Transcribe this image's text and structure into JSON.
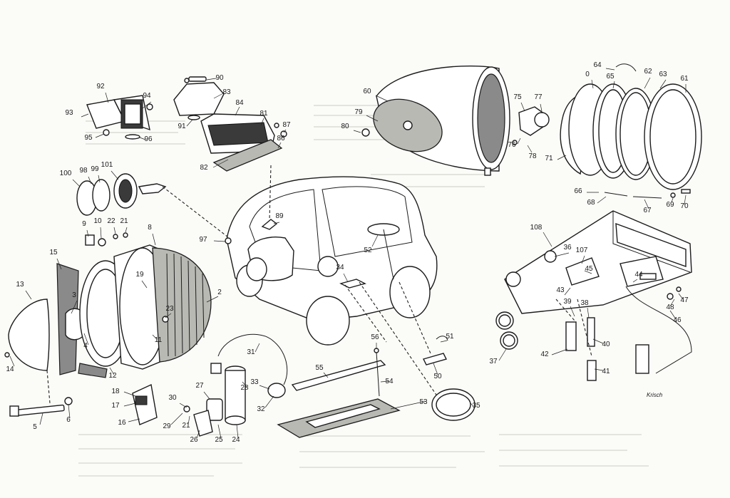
{
  "signature": "Krisch",
  "callouts": [
    {
      "id": "c92",
      "text": "92"
    },
    {
      "id": "c94",
      "text": "94"
    },
    {
      "id": "c93",
      "text": "93"
    },
    {
      "id": "c95",
      "text": "95"
    },
    {
      "id": "c96",
      "text": "96"
    },
    {
      "id": "c90",
      "text": "90"
    },
    {
      "id": "c83",
      "text": "83"
    },
    {
      "id": "c84",
      "text": "84"
    },
    {
      "id": "c81",
      "text": "81"
    },
    {
      "id": "c87",
      "text": "87"
    },
    {
      "id": "c91",
      "text": "91"
    },
    {
      "id": "c86",
      "text": "86"
    },
    {
      "id": "c82",
      "text": "82"
    },
    {
      "id": "c60",
      "text": "60"
    },
    {
      "id": "c79",
      "text": "79"
    },
    {
      "id": "c80",
      "text": "80"
    },
    {
      "id": "c75",
      "text": "75"
    },
    {
      "id": "c77",
      "text": "77"
    },
    {
      "id": "c78",
      "text": "78"
    },
    {
      "id": "c76",
      "text": "76"
    },
    {
      "id": "c64",
      "text": "64"
    },
    {
      "id": "c0",
      "text": "0"
    },
    {
      "id": "c65",
      "text": "65"
    },
    {
      "id": "c62",
      "text": "62"
    },
    {
      "id": "c63",
      "text": "63"
    },
    {
      "id": "c61",
      "text": "61"
    },
    {
      "id": "c71",
      "text": "71"
    },
    {
      "id": "c66",
      "text": "66"
    },
    {
      "id": "c68",
      "text": "68"
    },
    {
      "id": "c67",
      "text": "67"
    },
    {
      "id": "c69",
      "text": "69"
    },
    {
      "id": "c70",
      "text": "70"
    },
    {
      "id": "c100",
      "text": "100"
    },
    {
      "id": "c98",
      "text": "98"
    },
    {
      "id": "c99",
      "text": "99"
    },
    {
      "id": "c101",
      "text": "101"
    },
    {
      "id": "c97",
      "text": "97"
    },
    {
      "id": "c89",
      "text": "89"
    },
    {
      "id": "c52",
      "text": "52"
    },
    {
      "id": "c34",
      "text": "34"
    },
    {
      "id": "c9",
      "text": "9"
    },
    {
      "id": "c10",
      "text": "10"
    },
    {
      "id": "c22",
      "text": "22"
    },
    {
      "id": "c21a",
      "text": "21"
    },
    {
      "id": "c8",
      "text": "8"
    },
    {
      "id": "c15",
      "text": "15"
    },
    {
      "id": "c13",
      "text": "13"
    },
    {
      "id": "c3",
      "text": "3"
    },
    {
      "id": "c19",
      "text": "19"
    },
    {
      "id": "c23",
      "text": "23"
    },
    {
      "id": "c2",
      "text": "2"
    },
    {
      "id": "c4",
      "text": "4"
    },
    {
      "id": "c11",
      "text": "11"
    },
    {
      "id": "c14",
      "text": "14"
    },
    {
      "id": "c12",
      "text": "12"
    },
    {
      "id": "c18",
      "text": "18"
    },
    {
      "id": "c17",
      "text": "17"
    },
    {
      "id": "c16",
      "text": "16"
    },
    {
      "id": "c5",
      "text": "5"
    },
    {
      "id": "c6",
      "text": "6"
    },
    {
      "id": "c31",
      "text": "31"
    },
    {
      "id": "c28",
      "text": "28"
    },
    {
      "id": "c27",
      "text": "27"
    },
    {
      "id": "c30",
      "text": "30"
    },
    {
      "id": "c33",
      "text": "33"
    },
    {
      "id": "c32",
      "text": "32"
    },
    {
      "id": "c29",
      "text": "29"
    },
    {
      "id": "c21b",
      "text": "21"
    },
    {
      "id": "c26",
      "text": "26"
    },
    {
      "id": "c25",
      "text": "25"
    },
    {
      "id": "c24",
      "text": "24"
    },
    {
      "id": "c56",
      "text": "56"
    },
    {
      "id": "c55",
      "text": "55"
    },
    {
      "id": "c54",
      "text": "54"
    },
    {
      "id": "c53",
      "text": "53"
    },
    {
      "id": "c51",
      "text": "51"
    },
    {
      "id": "c50",
      "text": "50"
    },
    {
      "id": "c35",
      "text": "35"
    },
    {
      "id": "c108",
      "text": "108"
    },
    {
      "id": "c36",
      "text": "36"
    },
    {
      "id": "c107",
      "text": "107"
    },
    {
      "id": "c44",
      "text": "44"
    },
    {
      "id": "c43",
      "text": "43"
    },
    {
      "id": "c39",
      "text": "39"
    },
    {
      "id": "c38",
      "text": "38"
    },
    {
      "id": "c45",
      "text": "45"
    },
    {
      "id": "c48",
      "text": "48"
    },
    {
      "id": "c47",
      "text": "47"
    },
    {
      "id": "c46",
      "text": "46"
    },
    {
      "id": "c37",
      "text": "37"
    },
    {
      "id": "c42",
      "text": "42"
    },
    {
      "id": "c40",
      "text": "40"
    },
    {
      "id": "c41",
      "text": "41"
    }
  ],
  "colors": {
    "ink": "#1c1c1c",
    "paper": "#fbfbf8",
    "stipple": "#b9b9b4",
    "shade": "#8a8a8a"
  }
}
